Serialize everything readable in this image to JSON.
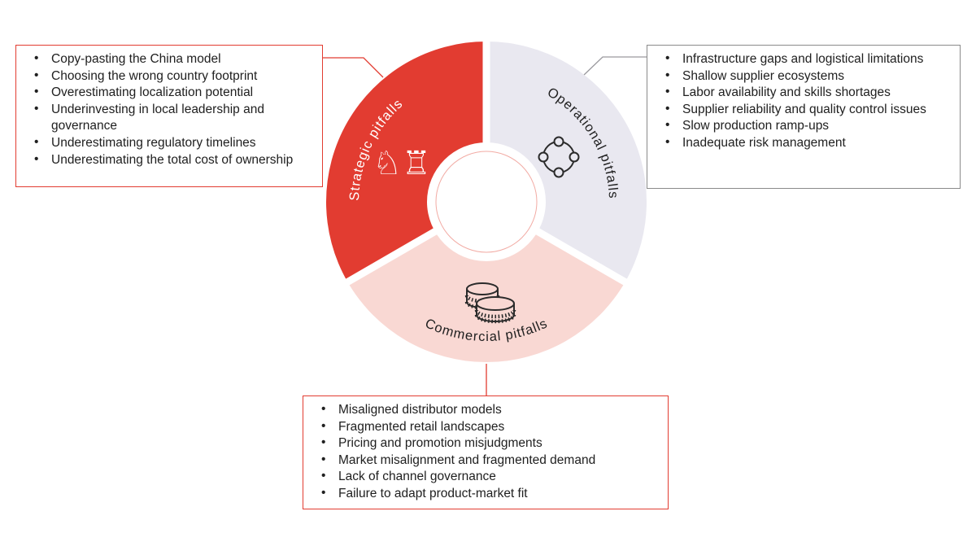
{
  "colors": {
    "red": "#E23C31",
    "lavender": "#E9E8F0",
    "pink": "#F9D8D3",
    "inner_ring_red": "#F2ABA4",
    "connector_gray": "#9A999E",
    "box_border_gray": "#8A8A8A",
    "icon_dark": "#2B2B2B",
    "text_dark": "#202020",
    "label_light": "#FFFFFF",
    "background": "#FFFFFF"
  },
  "icons": {
    "strategic_chess_glyphs": "♘♖"
  },
  "diagram": {
    "type": "donut-segments",
    "segments": [
      {
        "id": "strategic",
        "label": "Strategic pitfalls",
        "color": "#E23C31",
        "label_color": "#FFFFFF",
        "start_angle": 240,
        "end_angle": 360,
        "label_mid_angle": 295,
        "label_radius": 157,
        "label_flip": false,
        "icon": "chess-pieces-icon"
      },
      {
        "id": "operational",
        "label": "Operational pitfalls",
        "color": "#E9E8F0",
        "label_color": "#1F1F1F",
        "start_angle": 0,
        "end_angle": 120,
        "label_mid_angle": 59,
        "label_radius": 151,
        "label_flip": false,
        "icon": "process-cycle-icon"
      },
      {
        "id": "commercial",
        "label": "Commercial pitfalls",
        "color": "#F9D8D3",
        "label_color": "#1F1F1F",
        "start_angle": 120,
        "end_angle": 240,
        "label_mid_angle": 180,
        "label_radius": 171,
        "label_flip": true,
        "icon": "coin-stack-icon"
      }
    ]
  },
  "callouts": {
    "strategic": {
      "items": [
        "Copy-pasting the China model",
        "Choosing the wrong country footprint",
        "Overestimating localization potential",
        "Underinvesting in local leadership and governance",
        "Underestimating regulatory timelines",
        "Underestimating the total cost of ownership"
      ]
    },
    "operational": {
      "items": [
        "Infrastructure gaps and logistical limitations",
        "Shallow supplier ecosystems",
        "Labor availability and skills shortages",
        "Supplier reliability and quality control issues",
        "Slow production ramp-ups",
        "Inadequate risk management"
      ]
    },
    "commercial": {
      "items": [
        "Misaligned distributor models",
        "Fragmented retail landscapes",
        "Pricing and promotion misjudgments",
        "Market misalignment and fragmented demand",
        "Lack of channel governance",
        "Failure to adapt product-market fit"
      ]
    }
  }
}
